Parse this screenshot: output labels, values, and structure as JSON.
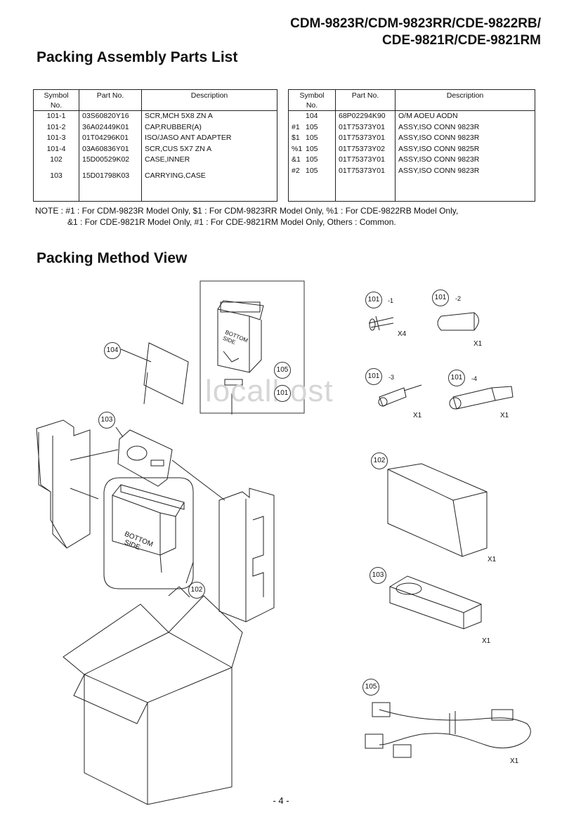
{
  "header": {
    "models_line1": "CDM-9823R/CDM-9823RR/CDE-9822RB/",
    "models_line2": "CDE-9821R/CDE-9821RM"
  },
  "parts_section": {
    "title": "Packing Assembly Parts List"
  },
  "parts_table": {
    "headers": {
      "symbol_a": "Symbol",
      "symbol_b": "No.",
      "part_no": "Part No.",
      "description": "Description"
    },
    "left_rows": [
      {
        "symbol": "101-1",
        "part": "03S60820Y16",
        "desc": "SCR,MCH 5X8 ZN A"
      },
      {
        "symbol": "101-2",
        "part": "36A02449K01",
        "desc": "CAP,RUBBER(A)"
      },
      {
        "symbol": "101-3",
        "part": "01T04296K01",
        "desc": "ISO/JASO ANT ADAPTER"
      },
      {
        "symbol": "101-4",
        "part": "03A60836Y01",
        "desc": "SCR,CUS 5X7 ZN A"
      },
      {
        "symbol": "102",
        "part": "15D00529K02",
        "desc": "CASE,INNER"
      },
      {
        "symbol": "103",
        "part": "15D01798K03",
        "desc": "CARRYING,CASE"
      }
    ],
    "right_rows": [
      {
        "mark": "",
        "symbol": "104",
        "part": "68P02294K90",
        "desc": "O/M AOEU AODN"
      },
      {
        "mark": "#1",
        "symbol": "105",
        "part": "01T75373Y01",
        "desc": "ASSY,ISO CONN 9823R"
      },
      {
        "mark": "$1",
        "symbol": "105",
        "part": "01T75373Y01",
        "desc": "ASSY,ISO CONN 9823R"
      },
      {
        "mark": "%1",
        "symbol": "105",
        "part": "01T75373Y02",
        "desc": "ASSY,ISO CONN 9825R"
      },
      {
        "mark": "&1",
        "symbol": "105",
        "part": "01T75373Y01",
        "desc": "ASSY,ISO CONN 9823R"
      },
      {
        "mark": "#2",
        "symbol": "105",
        "part": "01T75373Y01",
        "desc": "ASSY,ISO CONN 9823R"
      }
    ]
  },
  "note": {
    "line1": "NOTE : #1 : For CDM-9823R Model Only, $1 : For CDM-9823RR Model Only, %1 : For CDE-9822RB Model Only,",
    "line2": "&1 : For CDE-9821R Model Only, #1 : For CDE-9821RM Model Only, Others : Common."
  },
  "method_section": {
    "title": "Packing Method View"
  },
  "diagram": {
    "watermark": "localhost",
    "bottom_side_a": "BOTTOM",
    "bottom_side_b": "SIDE",
    "callouts": {
      "c104": "104",
      "c105": "105",
      "c101_top": "101",
      "c103": "103",
      "c102": "102",
      "p101_1": "101",
      "p101_2": "101",
      "p101_3": "101",
      "p101_4": "101",
      "p102": "102",
      "p103": "103",
      "p105": "105"
    },
    "suffixes": {
      "s1": "-1",
      "s2": "-2",
      "s3": "-3",
      "s4": "-4"
    },
    "quantities": {
      "q101_1": "X4",
      "q101_2": "X1",
      "q101_3": "X1",
      "q101_4": "X1",
      "q102": "X1",
      "q103": "X1",
      "q105": "X1"
    }
  },
  "footer": {
    "page": "- 4 -"
  }
}
